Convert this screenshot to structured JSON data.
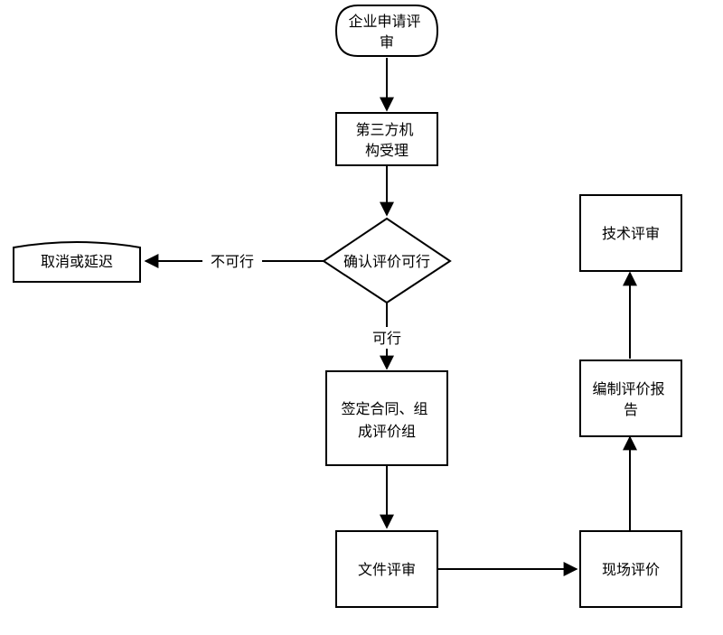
{
  "nodes": {
    "start": {
      "lines": [
        "企业申请评",
        "审"
      ]
    },
    "third_party": {
      "lines": [
        "第三方机",
        "构受理"
      ]
    },
    "decision": {
      "lines": [
        "确认评价可行"
      ]
    },
    "cancel": {
      "lines": [
        "取消或延迟"
      ]
    },
    "contract": {
      "lines": [
        "签定合同、组",
        "成评价组"
      ]
    },
    "doc_review": {
      "lines": [
        "文件评审"
      ]
    },
    "site_eval": {
      "lines": [
        "现场评价"
      ]
    },
    "report": {
      "lines": [
        "编制评价报",
        "告"
      ]
    },
    "tech_review": {
      "lines": [
        "技术评审"
      ]
    }
  },
  "edges": {
    "not_feasible": "不可行",
    "feasible": "可行"
  }
}
